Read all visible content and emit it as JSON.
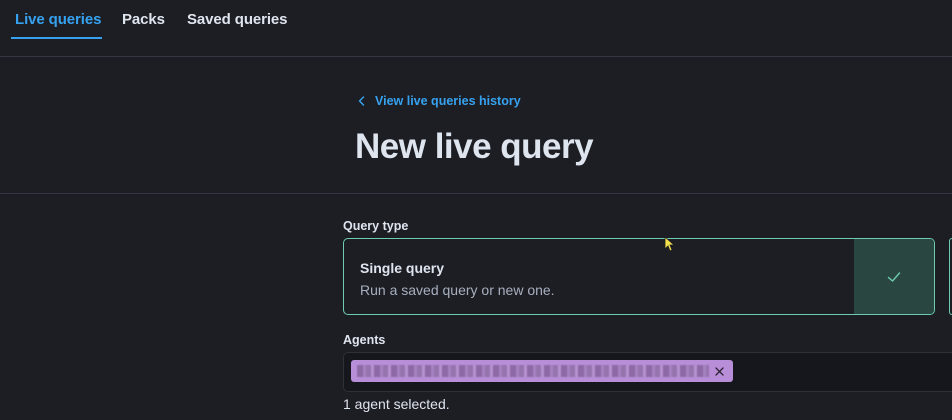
{
  "tabs": {
    "items": [
      {
        "label": "Live queries",
        "active": true
      },
      {
        "label": "Packs",
        "active": false
      },
      {
        "label": "Saved queries",
        "active": false
      }
    ]
  },
  "header": {
    "back_link": "View live queries history",
    "title": "New live query"
  },
  "form": {
    "query_type_label": "Query type",
    "query_type": {
      "title": "Single query",
      "description": "Run a saved query or new one.",
      "icon": "check-icon"
    },
    "agents_label": "Agents",
    "agents_pill_icon": "close-icon",
    "agents_count_text": "1 agent selected."
  },
  "colors": {
    "accent": "#36a2ef",
    "selected_border": "#6dccb1",
    "selected_fill": "#294740",
    "pill": "#b98ed8",
    "background": "#1d1e24"
  }
}
